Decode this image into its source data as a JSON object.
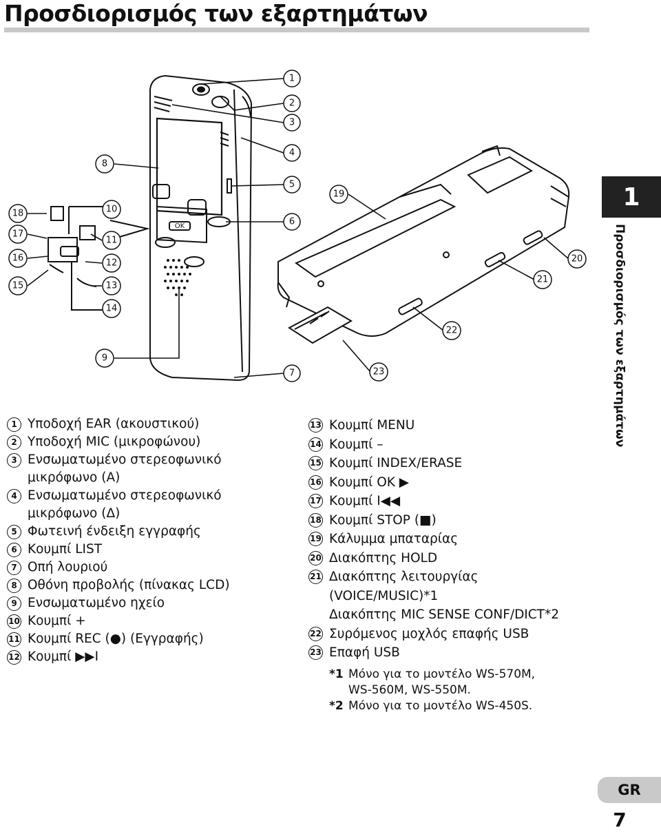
{
  "page": {
    "title": "Προσδιορισμός των εξαρτημάτων",
    "chapter_number": "1",
    "chapter_side_label": "Προσδιορισμός των εξαρτημάτων",
    "language_badge": "GR",
    "page_number": "7"
  },
  "callout_numbers": [
    "1",
    "2",
    "3",
    "4",
    "5",
    "6",
    "7",
    "8",
    "9",
    "10",
    "11",
    "12",
    "13",
    "14",
    "15",
    "16",
    "17",
    "18",
    "19",
    "20",
    "21",
    "22",
    "23"
  ],
  "device_button_labels": [
    "OK"
  ],
  "legend_left": [
    {
      "num": "1",
      "text": "Υποδοχή EAR (ακουστικού)"
    },
    {
      "num": "2",
      "text": "Υποδοχή MIC (μικροφώνου)"
    },
    {
      "num": "3",
      "text": "Ενσωματωμένο στερεοφωνικό"
    },
    {
      "num": "",
      "text": "μικρόφωνο (A)"
    },
    {
      "num": "4",
      "text": "Ενσωματωμένο στερεοφωνικό"
    },
    {
      "num": "",
      "text": "μικρόφωνο (Δ)"
    },
    {
      "num": "5",
      "text": "Φωτεινή ένδειξη εγγραφής"
    },
    {
      "num": "6",
      "text": "Κουμπί LIST"
    },
    {
      "num": "7",
      "text": "Οπή λουριού"
    },
    {
      "num": "8",
      "text": "Οθόνη προβολής (πίνακας LCD)"
    },
    {
      "num": "9",
      "text": "Ενσωματωμένο ηχείο"
    },
    {
      "num": "10",
      "text": "Κουμπί +"
    },
    {
      "num": "11",
      "text": "Κουμπί REC (●) (Εγγραφής)"
    },
    {
      "num": "12",
      "text": "Κουμπί ▶▶I"
    }
  ],
  "legend_right": [
    {
      "num": "13",
      "text": "Κουμπί MENU"
    },
    {
      "num": "14",
      "text": "Κουμπί –"
    },
    {
      "num": "15",
      "text": "Κουμπί INDEX/ERASE"
    },
    {
      "num": "16",
      "text": "Κουμπί OK ▶"
    },
    {
      "num": "17",
      "text": "Κουμπί I◀◀"
    },
    {
      "num": "18",
      "text": "Κουμπί STOP (■)"
    },
    {
      "num": "19",
      "text": "Κάλυμμα μπαταρίας"
    },
    {
      "num": "20",
      "text": "Διακόπτης HOLD"
    },
    {
      "num": "21",
      "text": "Διακόπτης λειτουργίας"
    },
    {
      "num": "",
      "text": "(VOICE/MUSIC)*1"
    },
    {
      "num": "",
      "text": "Διακόπτης MIC SENSE CONF/DICT*2"
    },
    {
      "num": "22",
      "text": "Συρόμενος μοχλός επαφής USB"
    },
    {
      "num": "23",
      "text": "Επαφή USB"
    }
  ],
  "footnotes": [
    {
      "mark": "*1",
      "lines": [
        "Μόνο για το μοντέλο WS-570M,",
        "WS-560M, WS-550M."
      ]
    },
    {
      "mark": "*2",
      "lines": [
        "Μόνο για το μοντέλο WS-450S."
      ]
    }
  ]
}
